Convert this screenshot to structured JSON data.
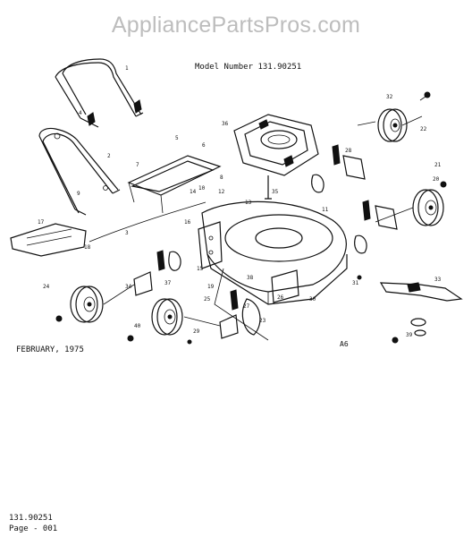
{
  "watermark": "AppliancePartsPros.com",
  "model_label": "Model Number 131.90251",
  "date_label": "FEBRUARY, 1975",
  "sheet_code": "A6",
  "footer": {
    "line1": "131.90251",
    "line2": "Page - 001"
  },
  "callouts": [
    "1",
    "2",
    "3",
    "4",
    "5",
    "6",
    "7",
    "8",
    "9",
    "10",
    "11",
    "12",
    "13",
    "14",
    "15",
    "16",
    "17",
    "18",
    "19",
    "20",
    "21",
    "22",
    "23",
    "24",
    "25",
    "26",
    "27",
    "28",
    "29",
    "30",
    "31",
    "32",
    "33",
    "34",
    "35",
    "36",
    "37",
    "38",
    "39",
    "40"
  ]
}
